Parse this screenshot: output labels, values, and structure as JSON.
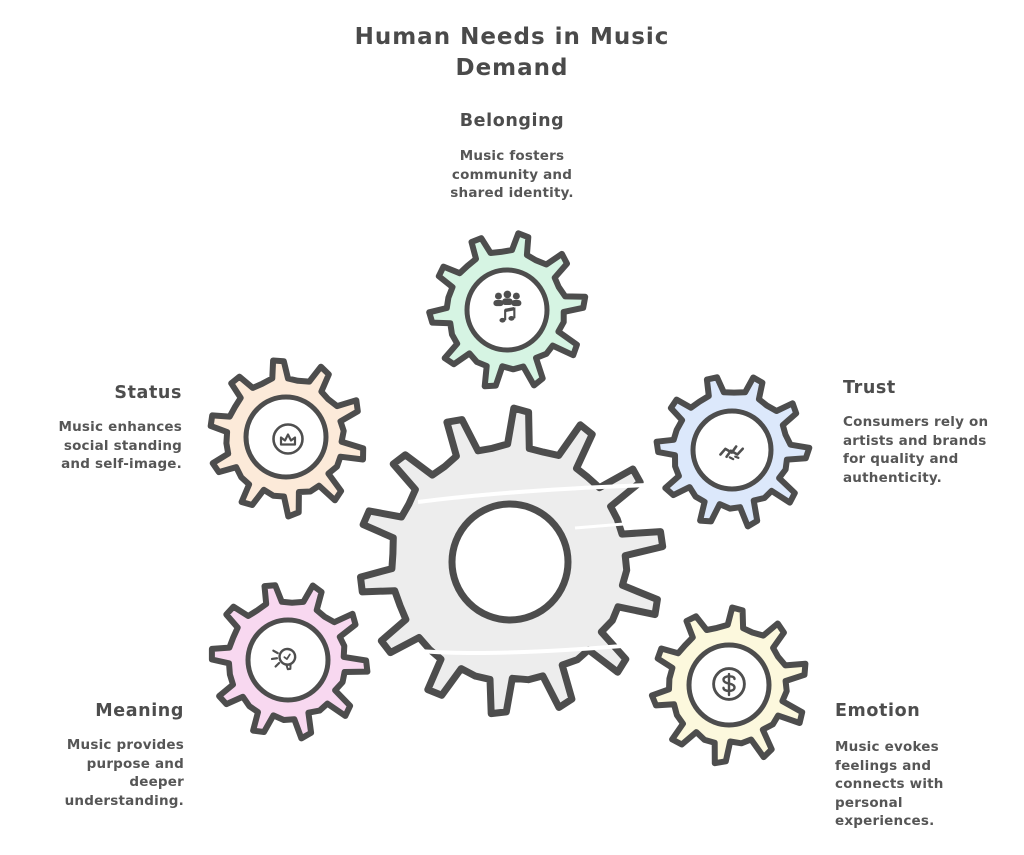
{
  "title": {
    "line1": "Human Needs in Music",
    "line2": "Demand"
  },
  "stroke_color": "#4d4d4d",
  "text_color": "#4f4f4f",
  "center_gear": {
    "color": "#ededed"
  },
  "sections": [
    {
      "id": "belonging",
      "label": "Belonging",
      "description": "Music fosters\ncommunity and\nshared identity.",
      "color": "#d6f4e3",
      "icon": "people-music-icon"
    },
    {
      "id": "status",
      "label": "Status",
      "description": "Music enhances\nsocial standing\nand self-image.",
      "color": "#fcead9",
      "icon": "crown-icon"
    },
    {
      "id": "trust",
      "label": "Trust",
      "description": "Consumers rely on\nartists and brands\nfor quality and\nauthenticity.",
      "color": "#dce8fb",
      "icon": "handshake-icon"
    },
    {
      "id": "meaning",
      "label": "Meaning",
      "description": "Music provides\npurpose and\ndeeper\nunderstanding.",
      "color": "#f8d8f0",
      "icon": "lightbulb-icon"
    },
    {
      "id": "emotion",
      "label": "Emotion",
      "description": "Music evokes\nfeelings and\nconnects with\npersonal\nexperiences.",
      "color": "#fcf8dd",
      "icon": "dollar-icon"
    }
  ]
}
